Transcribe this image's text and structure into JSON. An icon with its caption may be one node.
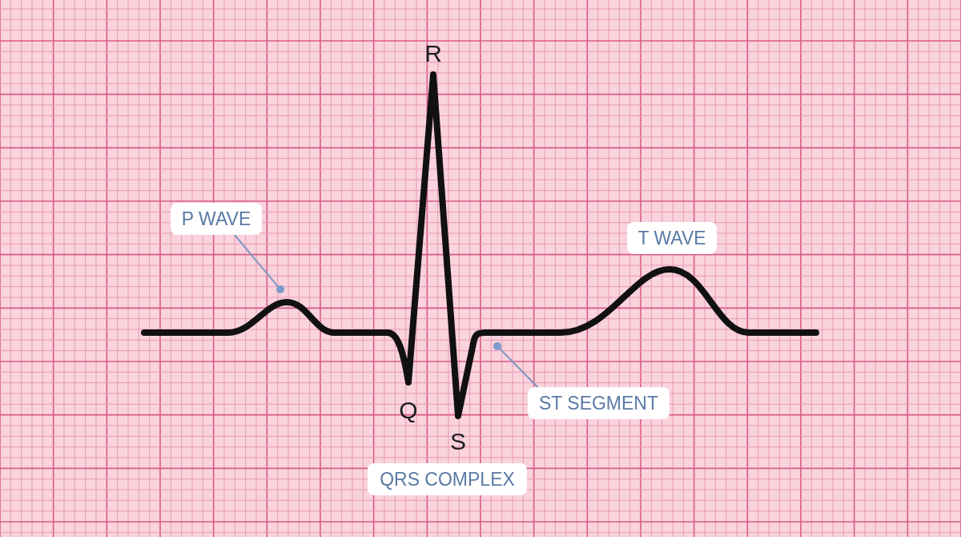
{
  "diagram": {
    "nodes": [
      {
        "text": [
          "P WAVE"
        ]
      },
      {
        "text": [],
        "shape": "circle"
      },
      {
        "text": [
          "T WAVE"
        ]
      },
      {
        "text": [
          "ST SEGMENT"
        ]
      },
      {
        "text": [],
        "shape": "circle"
      },
      {
        "text": [
          "QRS COMPLEX"
        ]
      }
    ],
    "edges": [
      {
        "from": 0,
        "to": 1,
        "arrow": "none"
      },
      {
        "from": 3,
        "to": 4,
        "arrow": "none"
      }
    ],
    "labels": [
      "R",
      "Q",
      "S"
    ]
  }
}
